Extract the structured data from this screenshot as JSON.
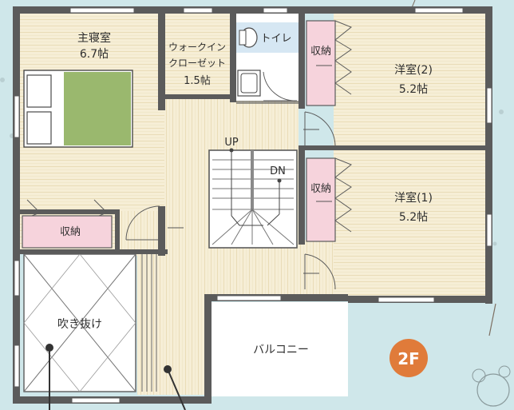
{
  "floor_badge": "2F",
  "rooms": {
    "master_bedroom": {
      "name": "主寝室",
      "size": "6.7帖"
    },
    "walk_in_closet": {
      "line1": "ウォークイン",
      "line2": "クローゼット",
      "size": "1.5帖"
    },
    "toilet": {
      "name": "トイレ"
    },
    "western_room_2": {
      "name": "洋室(2)",
      "size": "5.2帖"
    },
    "western_room_1": {
      "name": "洋室(1)",
      "size": "5.2帖"
    },
    "storage_upper": {
      "name": "収納"
    },
    "storage_middle": {
      "name": "収納"
    },
    "storage_master": {
      "name": "収納"
    },
    "atrium": {
      "name": "吹き抜け"
    },
    "balcony": {
      "name": "バルコニー"
    }
  },
  "stairs": {
    "up_label": "UP",
    "down_label": "DN"
  },
  "colors": {
    "wall": "#5b5b5b",
    "floor": "#f3ead0",
    "tatami": "#9ab86e",
    "storage": "#f6d3dc",
    "badge": "#e07b3a",
    "background": "#cfe7ea"
  }
}
